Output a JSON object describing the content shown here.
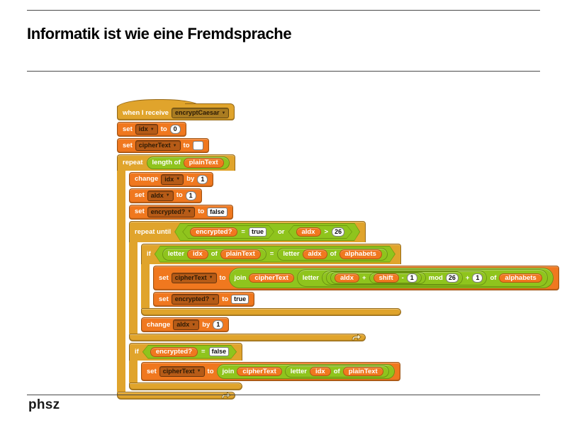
{
  "title": "Informatik ist wie eine Fremdsprache",
  "brand": "phsz",
  "colors": {
    "control": "#e0a42c",
    "variables": "#f0781f",
    "operators": "#8fc41d"
  },
  "labels": {
    "when_receive": "when I receive",
    "set": "set",
    "to": "to",
    "change": "change",
    "by": "by",
    "repeat": "repeat",
    "repeat_until": "repeat until",
    "if": "if",
    "or": "or",
    "of": "of",
    "letter": "letter",
    "join": "join",
    "length_of": "length of",
    "eq": "=",
    "gt": ">",
    "plus": "+",
    "minus": "-",
    "mod": "mod"
  },
  "vars": {
    "idx": "idx",
    "aidx": "aIdx",
    "ciphertext": "cipherText",
    "plaintext": "plainText",
    "alphabets": "alphabets",
    "shift": "shift",
    "encrypted": "encrypted?"
  },
  "values": {
    "zero": "0",
    "one": "1",
    "true": "true",
    "false": "false",
    "twenty_six": "26",
    "empty": "",
    "message": "encryptCaesar"
  }
}
